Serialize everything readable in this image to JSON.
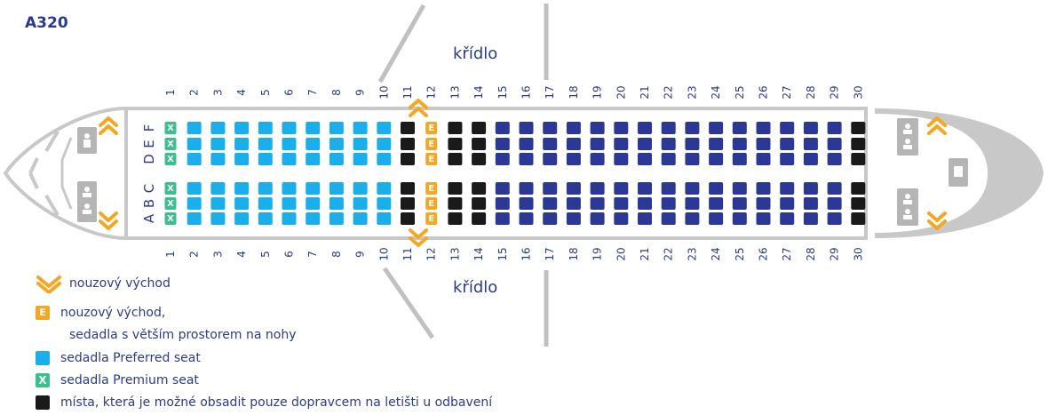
{
  "title": "A320",
  "wing_label": "křídlo",
  "rows": [
    "1",
    "2",
    "3",
    "4",
    "5",
    "6",
    "7",
    "8",
    "9",
    "10",
    "11",
    "12",
    "13",
    "14",
    "15",
    "16",
    "17",
    "18",
    "19",
    "20",
    "21",
    "22",
    "23",
    "24",
    "25",
    "26",
    "27",
    "28",
    "29",
    "30"
  ],
  "upper_letters": [
    "D",
    "E",
    "F"
  ],
  "lower_letters": [
    "A",
    "B",
    "C"
  ],
  "seat_types": {
    "premium": [
      "1"
    ],
    "preferred": [
      "2",
      "3",
      "4",
      "5",
      "6",
      "7",
      "8",
      "9",
      "10"
    ],
    "airport_only": [
      "11",
      "13",
      "14",
      "30"
    ],
    "exit_legroom": [
      "12"
    ],
    "standard": [
      "15",
      "16",
      "17",
      "18",
      "19",
      "20",
      "21",
      "22",
      "23",
      "24",
      "25",
      "26",
      "27",
      "28",
      "29"
    ]
  },
  "premium_mark": "X",
  "exit_mark": "E",
  "colors": {
    "preferred": "#1aaeea",
    "premium": "#3dbf8c",
    "standard": "#2b3896",
    "airport_only": "#1a1a1a",
    "exit": "#f5a623",
    "text": "#2c3a8c",
    "fuselage": "#c8c8c8",
    "icon_bg": "#b5b5b5"
  },
  "legend": {
    "exit": "nouzový východ",
    "exit_legroom_1": "nouzový východ,",
    "exit_legroom_2": "sedadla s větším prostorem na nohy",
    "preferred": "sedadla Preferred seat",
    "premium": "sedadla Premium seat",
    "airport_only": "místa, která je možné obsadit pouze dopravcem na letišti u odbavení"
  },
  "icons": [
    "emergency-exit-chevron-icon",
    "lavatory-icon",
    "galley-icon"
  ]
}
